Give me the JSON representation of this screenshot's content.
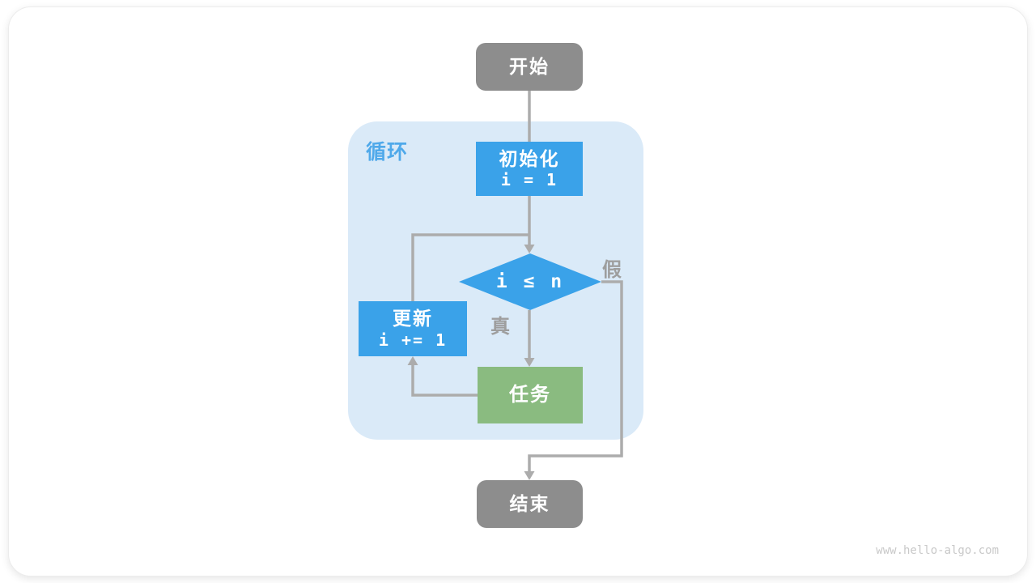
{
  "diagram": {
    "loop_label": "循环",
    "nodes": {
      "start": {
        "label": "开始"
      },
      "init": {
        "label": "初始化",
        "code": "i = 1"
      },
      "condition": {
        "code": "i ≤ n"
      },
      "update": {
        "label": "更新",
        "code": "i += 1"
      },
      "task": {
        "label": "任务"
      },
      "end": {
        "label": "结束"
      }
    },
    "edge_labels": {
      "true": "真",
      "false": "假"
    },
    "colors": {
      "terminal_gray": "#8d8d8d",
      "process_blue": "#3aa2e9",
      "task_green": "#8abb80",
      "loop_background": "#daeaf8",
      "loop_label_blue": "#4fa9ea",
      "connector_gray": "#acacac",
      "edge_label_gray": "#9e9e9e"
    }
  },
  "watermark": "www.hello-algo.com"
}
